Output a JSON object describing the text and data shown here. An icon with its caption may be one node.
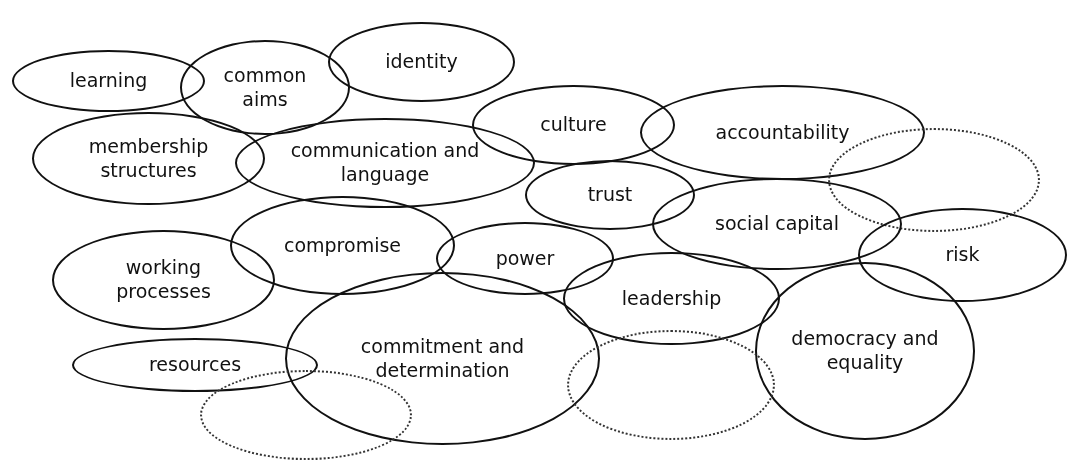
{
  "diagram": {
    "nodes": [
      {
        "text": [
          "learning"
        ]
      },
      {
        "text": [
          "common aims"
        ]
      },
      {
        "text": [
          "identity"
        ]
      },
      {
        "text": [
          "culture"
        ]
      },
      {
        "text": [
          "accountability"
        ]
      },
      {
        "text": [
          "membership structures"
        ]
      },
      {
        "text": [
          "communication and language"
        ]
      },
      {
        "text": [
          "trust"
        ]
      },
      {
        "text": [],
        "shape": "ellipse"
      },
      {
        "text": [
          "social capital"
        ]
      },
      {
        "text": [
          "risk"
        ]
      },
      {
        "text": [
          "working processes"
        ]
      },
      {
        "text": [
          "compromise"
        ]
      },
      {
        "text": [
          "power"
        ]
      },
      {
        "text": [
          "leadership"
        ]
      },
      {
        "text": [
          "democracy and equality"
        ]
      },
      {
        "text": [
          "commitment and determination"
        ]
      },
      {
        "text": [
          "resources"
        ]
      },
      {
        "text": [],
        "shape": "ellipse"
      },
      {
        "text": [],
        "shape": "ellipse"
      }
    ]
  }
}
